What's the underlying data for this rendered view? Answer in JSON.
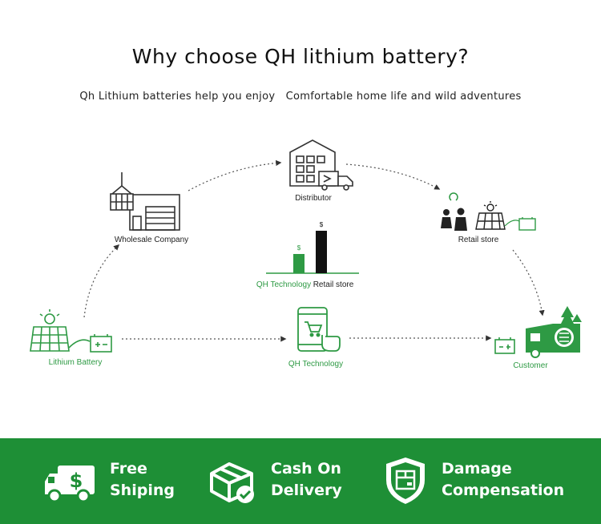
{
  "header": {
    "title": "Why choose QH lithium battery?",
    "subtitle": "Qh Lithium batteries help you enjoy   Comfortable home life and wild adventures"
  },
  "diagram": {
    "nodes": {
      "wholesale": "Wholesale Company",
      "distributor": "Distributor",
      "retail": "Retail store",
      "battery": "Lithium Battery",
      "qh_tech": "QH Technology",
      "customer": "Customer"
    },
    "price_chart": {
      "currency_symbol": "$",
      "bars": [
        {
          "label": "QH Technology",
          "level": 0.45,
          "color": "#2e9a44"
        },
        {
          "label": "Retail store",
          "level": 1.0,
          "color": "#111111"
        }
      ]
    },
    "colors": {
      "green": "#2e9a44",
      "dark": "#333333",
      "arrow": "#555555"
    }
  },
  "features": [
    {
      "icon": "delivery-truck-dollar-icon",
      "line1": "Free",
      "line2": "Shiping"
    },
    {
      "icon": "package-check-icon",
      "line1": "Cash On",
      "line2": "Delivery"
    },
    {
      "icon": "shield-box-icon",
      "line1": "Damage",
      "line2": "Compensation"
    }
  ],
  "bar_color": "#1e8f36"
}
